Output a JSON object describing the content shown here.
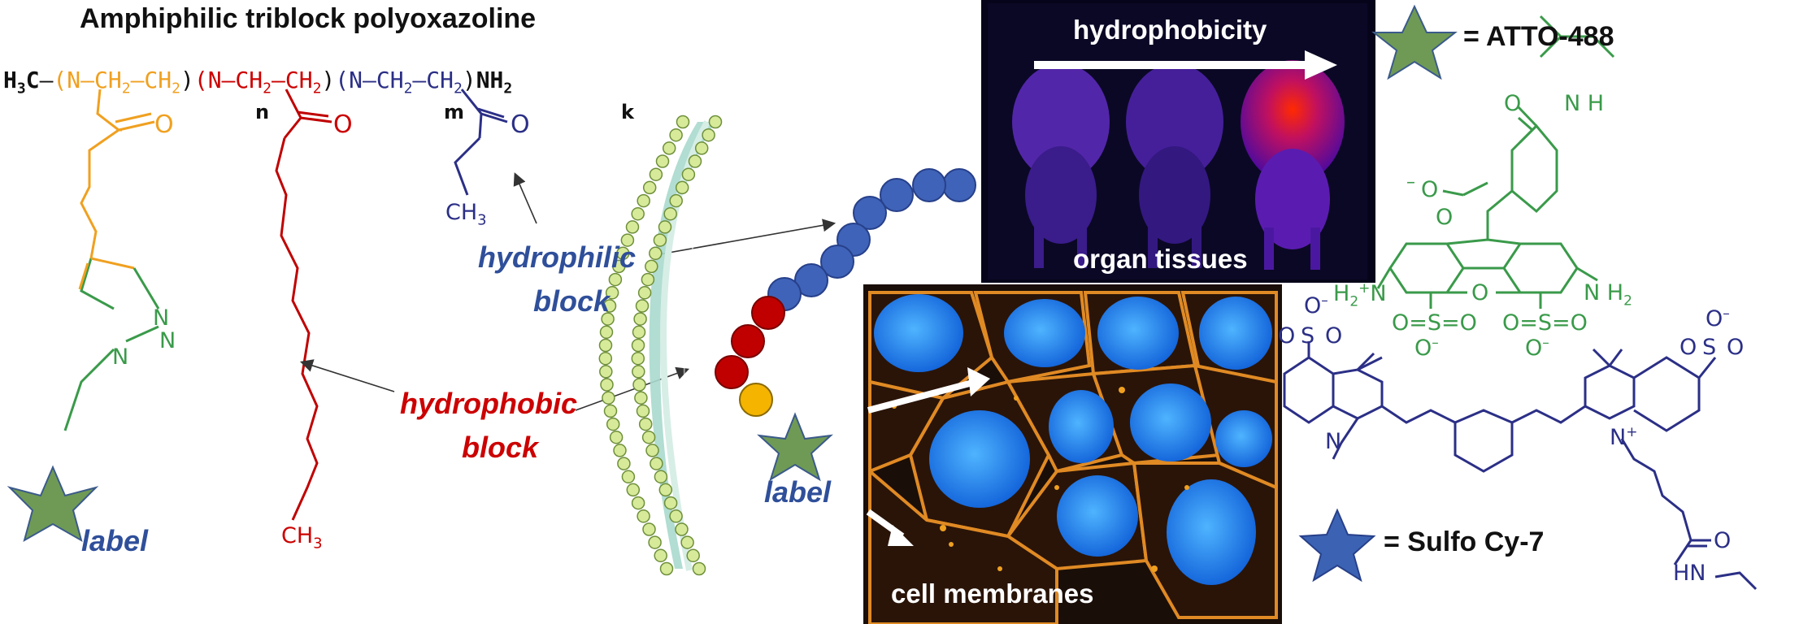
{
  "title": "Amphiphilic triblock polyoxazoline",
  "polymer": {
    "h3c": "H",
    "h3c_sub": "3",
    "h3c_c": "C",
    "unit1": "(N–CH",
    "unit1_b": "2",
    "unit1_c": "–CH",
    "unit1_d": "2",
    "unit1_e": ")",
    "n": "n",
    "unit2": "(N–CH",
    "unit2_b": "2",
    "unit2_c": "–CH",
    "unit2_d": "2",
    "unit2_e": ")",
    "m": "m",
    "unit3": "(N–CH",
    "unit3_b": "2",
    "unit3_c": "–CH",
    "unit3_d": "2",
    "unit3_e": ")",
    "k": "k",
    "nh2": "NH",
    "nh2_sub": "2"
  },
  "atoms": {
    "o_orange": "O",
    "o_red": "O",
    "o_blue": "O",
    "ch3_blue": "CH",
    "ch3_blue_sub": "3",
    "n_triazole_1": "N",
    "n_triazole_2": "N",
    "n_triazole_3": "N",
    "ch3_red": "CH",
    "ch3_red_sub": "3"
  },
  "labels": {
    "hydrophilic_1": "hydrophilic",
    "hydrophilic_2": "block",
    "hydrophobic_1": "hydrophobic",
    "hydrophobic_2": "block",
    "label_left": "label",
    "label_mid": "label"
  },
  "photos": {
    "hydrophobicity": "hydrophobicity",
    "organ_tissues": "organ tissues",
    "cell_membranes": "cell membranes"
  },
  "legend": {
    "atto": "= ATTO-488",
    "sulfo": "= Sulfo Cy-7"
  },
  "atto_atoms": {
    "o_amide": "O",
    "nh": "N H",
    "o_minus": "–",
    "o_carb1": "O",
    "o_carb2": "O",
    "h2n_plus": "H",
    "h2n_sub": "2",
    "h2n_plus_sign": "+",
    "h2n_n": "N",
    "o_ring": "O",
    "nh2": "N H",
    "nh2_sub": "2",
    "so3_left": "O=S=O",
    "so3_left_o": "O",
    "so3_left_minus": "–",
    "so3_right": "O=S=O",
    "so3_right_o": "O",
    "so3_right_minus": "–"
  },
  "cy7_atoms": {
    "so3_left_top": "O",
    "so3_left_minus": "–",
    "so3_left_s": "S",
    "so3_left_o2": "O",
    "so3_left_o3": "O",
    "n_left": "N",
    "so3_right_top": "O",
    "so3_right_minus": "–",
    "so3_right_s": "S",
    "so3_right_o2": "O",
    "so3_right_o3": "O",
    "n_right": "N",
    "n_plus": "+",
    "o_amide": "O",
    "hn": "HN"
  },
  "colors": {
    "hydrophilic": "#3f63b8",
    "hydrophobic": "#c00000",
    "label_orange": "#f0a020",
    "atto_green": "#3a9a4a",
    "cy7_navy": "#2b2f86",
    "star_green": "#6f9a55",
    "star_blue": "#3c63b3",
    "membrane": "#a8d9cd"
  }
}
